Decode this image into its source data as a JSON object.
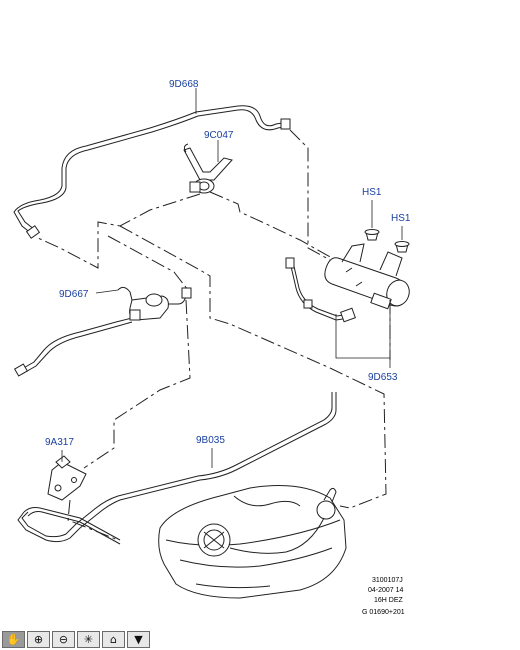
{
  "parts": {
    "p9d668": "9D668",
    "p9c047": "9C047",
    "hs1_a": "HS1",
    "hs1_b": "HS1",
    "p9d667": "9D667",
    "p9d653": "9D653",
    "p9a317": "9A317",
    "p9b035": "9B035"
  },
  "drawing_info": {
    "line1": "3100107J",
    "line2": "04-2007 14",
    "line3": "16H DEZ",
    "line4": "G 01690+201"
  },
  "toolbar": {
    "tools": [
      {
        "name": "pan-tool-button",
        "icon": "hand-icon",
        "glyph": "✋"
      },
      {
        "name": "zoom-in-button",
        "icon": "zoom-in-icon",
        "glyph": "⊕"
      },
      {
        "name": "zoom-out-button",
        "icon": "zoom-out-icon",
        "glyph": "⊖"
      },
      {
        "name": "select-tool-button",
        "icon": "cursor-burst-icon",
        "glyph": "✳"
      },
      {
        "name": "home-view-button",
        "icon": "home-icon",
        "glyph": "⌂"
      },
      {
        "name": "menu-dropdown-button",
        "icon": "triangle-down-icon",
        "glyph": "▼"
      }
    ]
  }
}
